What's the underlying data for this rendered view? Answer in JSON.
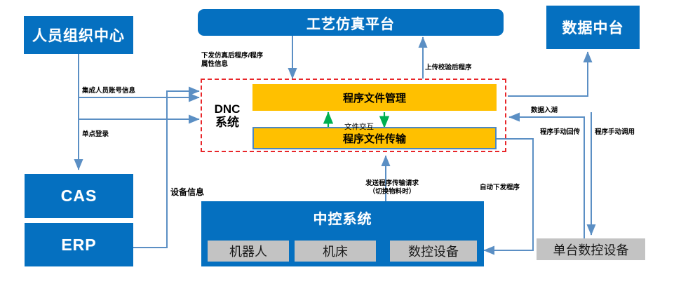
{
  "diagram": {
    "title_boxes": [
      {
        "id": "personnel-org-center",
        "label": "人员组织中心"
      },
      {
        "id": "process-simulation-platform",
        "label": "工艺仿真平台"
      },
      {
        "id": "data-middle-platform",
        "label": "数据中台"
      },
      {
        "id": "cas",
        "label": "CAS"
      },
      {
        "id": "erp",
        "label": "ERP"
      },
      {
        "id": "central-control-system",
        "label": "中控系统"
      }
    ],
    "dnc": {
      "label": "DNC\n系统",
      "label_line1": "DNC",
      "label_line2": "系统",
      "border_color": "#e8262a",
      "modules": [
        {
          "id": "program-file-management",
          "label": "程序文件管理"
        },
        {
          "id": "program-file-transfer",
          "label": "程序文件传输"
        }
      ],
      "internal_flow_label": "文件交互"
    },
    "equipment_chips": [
      {
        "id": "robot",
        "label": "机器人"
      },
      {
        "id": "machine-tool",
        "label": "机床"
      },
      {
        "id": "cnc-equipment",
        "label": "数控设备"
      }
    ],
    "standalone_equipment": {
      "id": "single-cnc-equipment",
      "label": "单台数控设备"
    },
    "edge_labels": [
      {
        "id": "integrate-personnel-account-info",
        "label": "集成人员账号信息"
      },
      {
        "id": "single-sign-on",
        "label": "单点登录"
      },
      {
        "id": "equipment-info",
        "label": "设备信息"
      },
      {
        "id": "dispatch-simulated-program",
        "label": "下发仿真后程序/程序\n属性信息"
      },
      {
        "id": "upload-verified-program",
        "label": "上传校验后程序"
      },
      {
        "id": "data-into-lake",
        "label": "数据入湖"
      },
      {
        "id": "program-manual-return",
        "label": "程序手动回传"
      },
      {
        "id": "program-manual-invoke",
        "label": "程序手动调用"
      },
      {
        "id": "send-program-transfer-request",
        "label": "发送程序传输请求\n（切换物料时）"
      },
      {
        "id": "auto-dispatch-program",
        "label": "自动下发程序"
      }
    ],
    "colors": {
      "blue": "#0570c0",
      "yellow": "#ffc000",
      "gray": "#c3c3c3",
      "red_dashed": "#e8262a",
      "connector_blue": "#5b8fc4",
      "connector_green": "#00b050"
    }
  }
}
